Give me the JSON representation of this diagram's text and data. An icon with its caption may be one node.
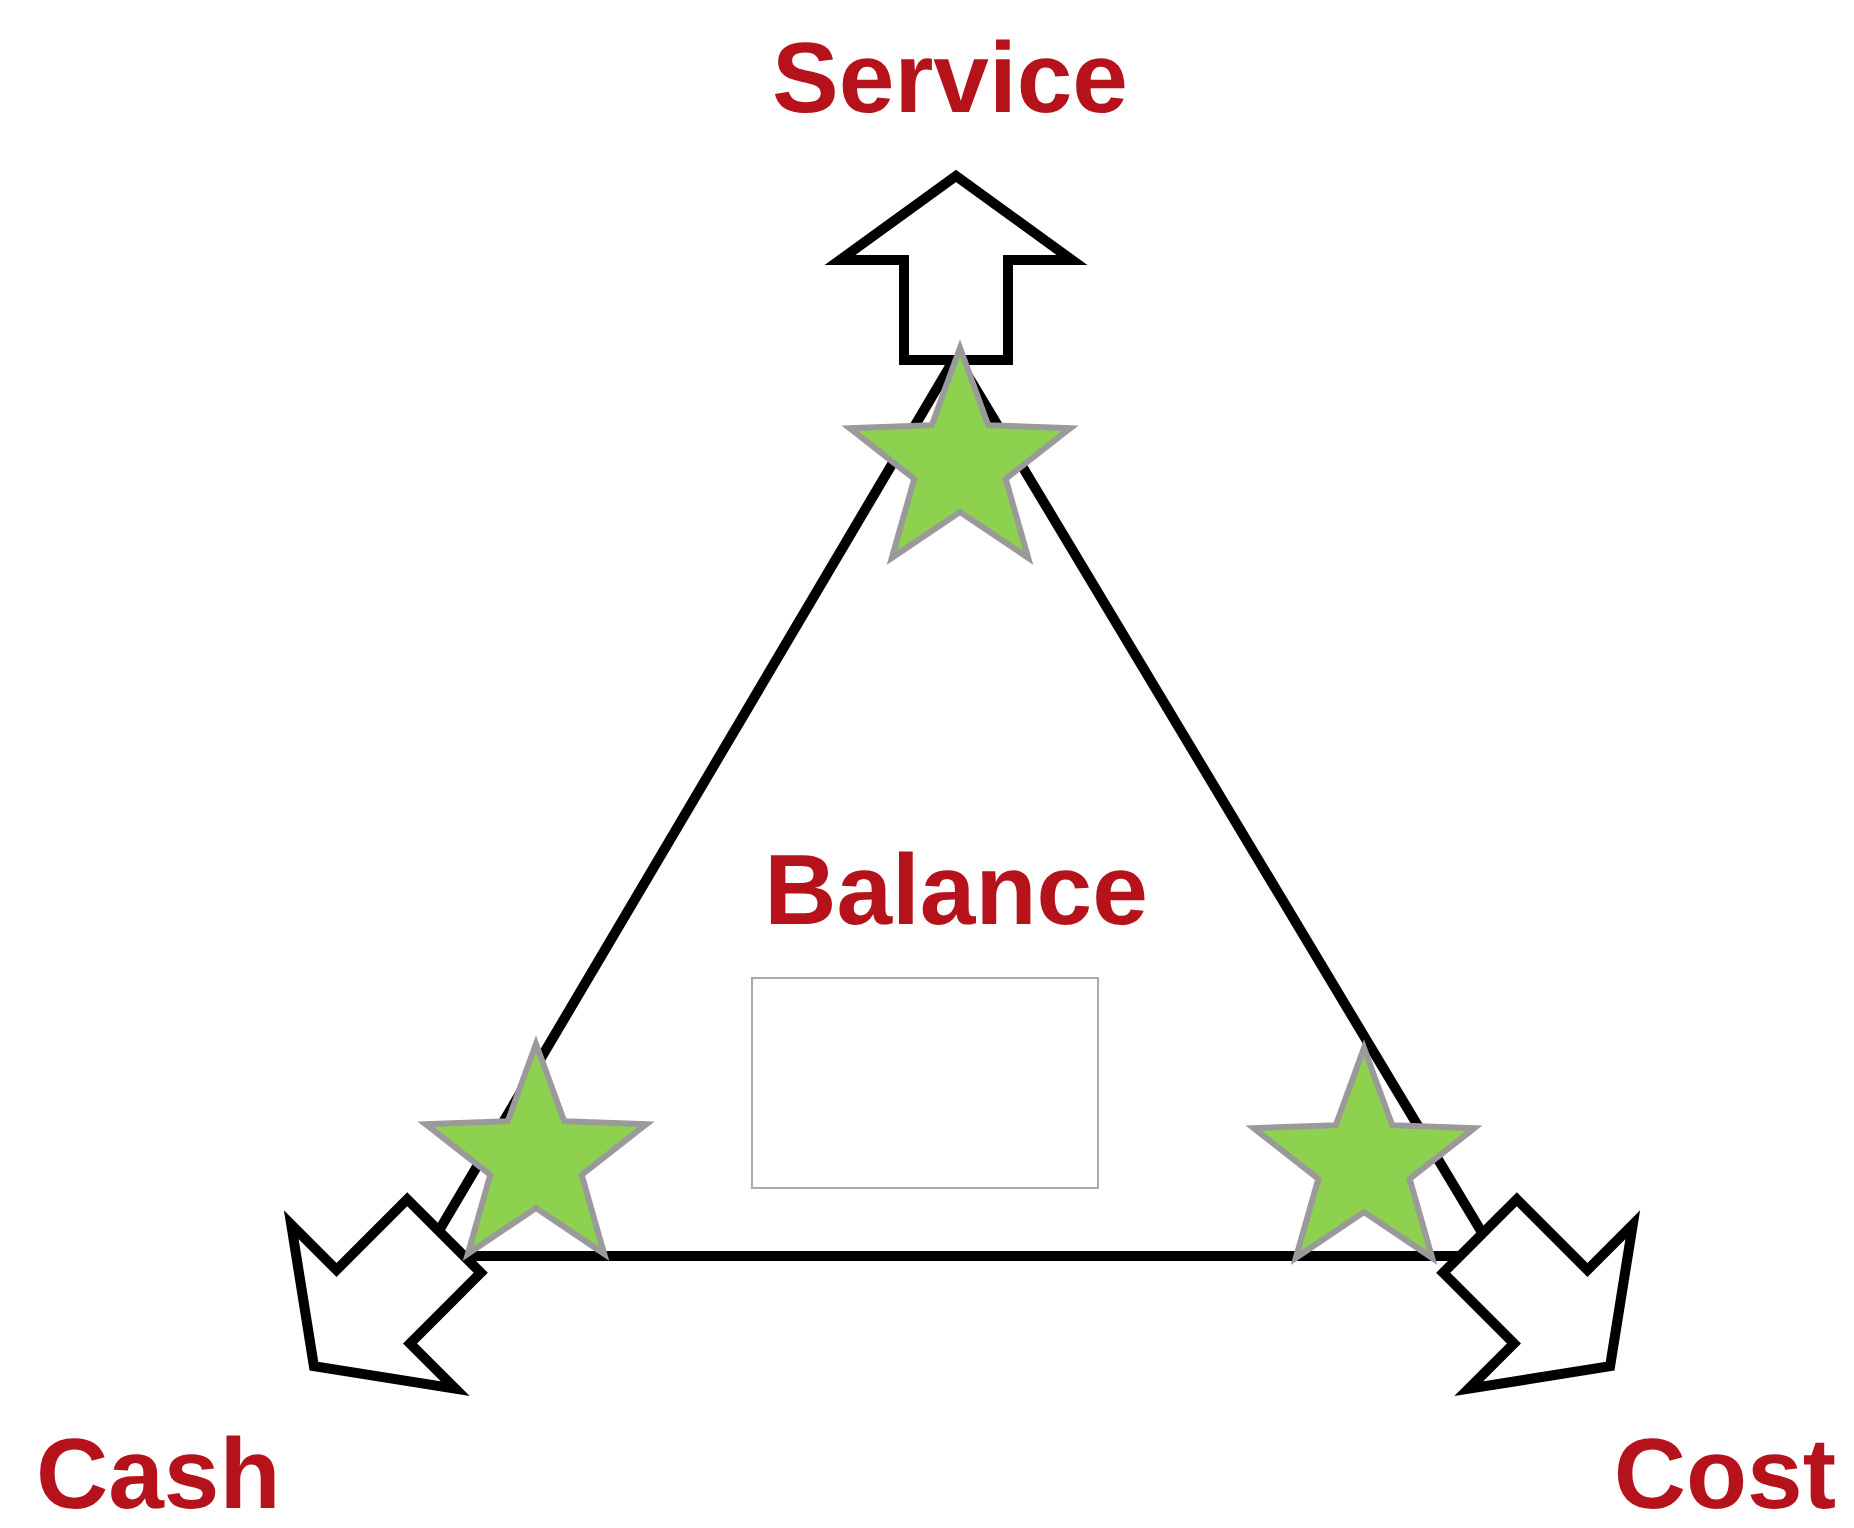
{
  "diagram": {
    "labels": [
      "Service",
      "Balance",
      "Cash",
      "Cost"
    ]
  }
}
